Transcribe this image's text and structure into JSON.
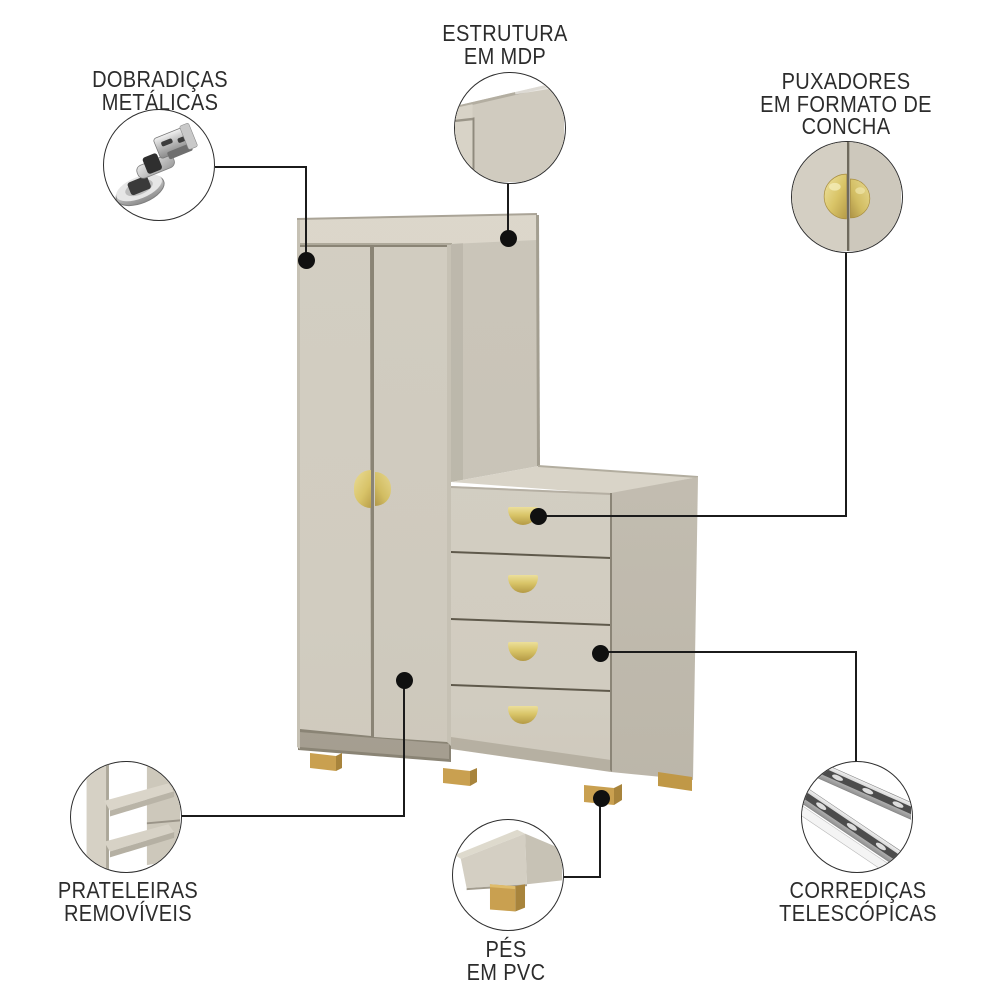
{
  "page": {
    "background": "#ffffff",
    "description": "product feature infographic of a wardrobe with side dresser"
  },
  "colors": {
    "text": "#2c2c2c",
    "callout_line": "#1b1b1b",
    "callout_dot": "#101010",
    "circle_border": "#2e2e2e",
    "body_beige": "#d2cdc1",
    "body_dark_beige": "#c6c1b5",
    "top_light_beige": "#dad5c9",
    "gap_shadow": "#8a8475",
    "handle_gold": "#d9c468",
    "handle_gold_dark": "#b49a45",
    "foot_tan": "#c9a050",
    "foot_tan_dark": "#a8843c"
  },
  "furniture": {
    "name": "wardrobe with side chest of drawers",
    "doors": 2,
    "drawers": 4,
    "feet": 4,
    "handle_style": "shell (concha) gold pulls"
  },
  "callouts": [
    {
      "id": "hinges",
      "icon": "hinge-icon",
      "lines": [
        "DOBRADIÇAS",
        "METÁLICAS"
      ]
    },
    {
      "id": "structure",
      "icon": "mdp-panel-corner-icon",
      "lines": [
        "ESTRUTURA",
        "EM MDP"
      ]
    },
    {
      "id": "handles",
      "icon": "shell-handles-icon",
      "lines": [
        "PUXADORES",
        "EM FORMATO DE",
        "CONCHA"
      ]
    },
    {
      "id": "shelves",
      "icon": "removable-shelves-icon",
      "lines": [
        "PRATELEIRAS",
        "REMOVÍVEIS"
      ]
    },
    {
      "id": "feet",
      "icon": "pvc-foot-icon",
      "lines": [
        "PÉS",
        "EM PVC"
      ]
    },
    {
      "id": "slides",
      "icon": "telescopic-slides-icon",
      "lines": [
        "CORREDIÇAS",
        "TELESCÓPICAS"
      ]
    }
  ]
}
